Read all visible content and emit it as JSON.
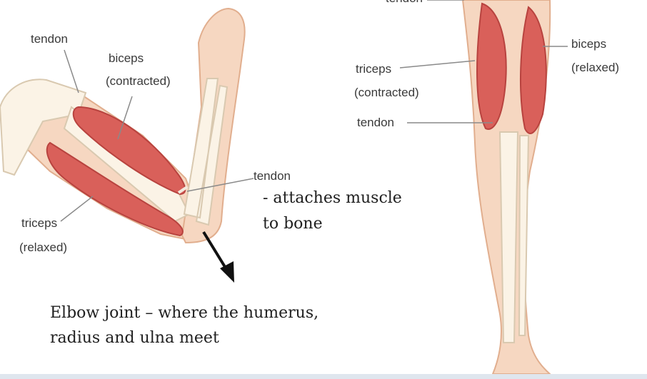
{
  "colors": {
    "skin": "#f6d7c1",
    "skin_edge": "#e1ae8e",
    "bone": "#fbf3e6",
    "bone_edge": "#d9c9b0",
    "muscle": "#d9605a",
    "muscle_dark": "#b8433f",
    "leader_line": "#8a8a8a",
    "arrow": "#111111",
    "bottom_bar": "#dfe6ee"
  },
  "left_diagram": {
    "labels": {
      "tendon_top": "tendon",
      "biceps": "biceps",
      "biceps_state": "(contracted)",
      "tendon_elbow": "tendon",
      "triceps": "triceps",
      "triceps_state": "(relaxed)"
    },
    "notes": {
      "tendon_note_line1": "- attaches muscle",
      "tendon_note_line2": "to bone",
      "elbow_line1": "Elbow joint – where the humerus,",
      "elbow_line2": "radius and ulna meet"
    }
  },
  "right_diagram": {
    "labels": {
      "tendon_top_partial": "tendon",
      "triceps": "triceps",
      "triceps_state": "(contracted)",
      "tendon": "tendon",
      "biceps": "biceps",
      "biceps_state": "(relaxed)"
    }
  }
}
